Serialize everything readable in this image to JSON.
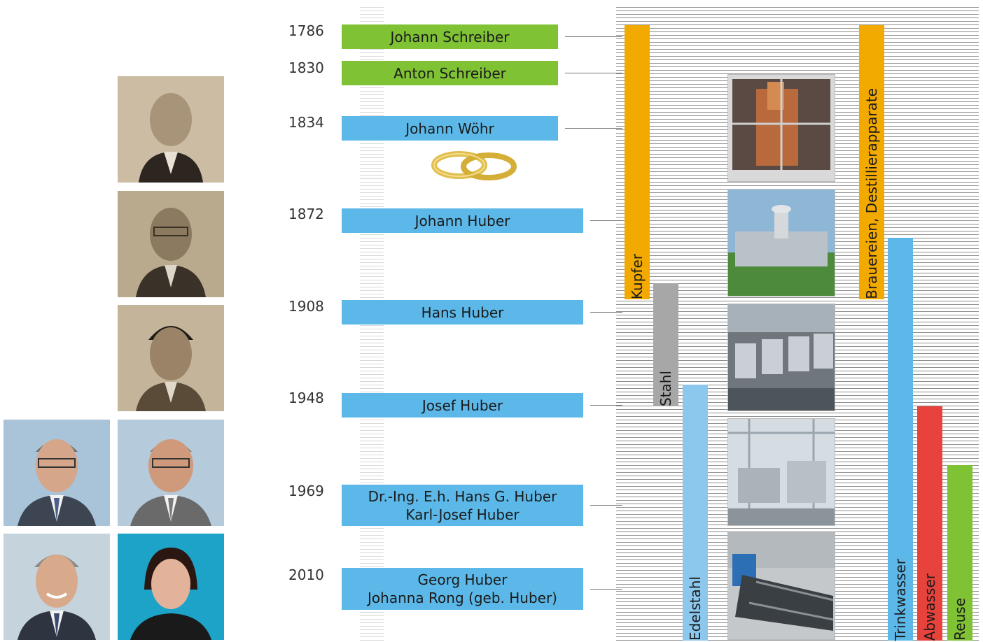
{
  "timeline": [
    {
      "year": "1786",
      "names": [
        "Johann Schreiber"
      ],
      "color": "#7fc234"
    },
    {
      "year": "1830",
      "names": [
        "Anton Schreiber"
      ],
      "color": "#7fc234"
    },
    {
      "year": "1834",
      "names": [
        "Johann Wöhr"
      ],
      "color": "#5cb8e8"
    },
    {
      "year": "1872",
      "names": [
        "Johann Huber"
      ],
      "color": "#5cb8e8"
    },
    {
      "year": "1908",
      "names": [
        "Hans Huber"
      ],
      "color": "#5cb8e8"
    },
    {
      "year": "1948",
      "names": [
        "Josef Huber"
      ],
      "color": "#5cb8e8"
    },
    {
      "year": "1969",
      "names": [
        "Dr.-Ing. E.h. Hans G. Huber",
        "Karl-Josef Huber"
      ],
      "color": "#5cb8e8"
    },
    {
      "year": "2010",
      "names": [
        "Georg Huber",
        "Johanna Rong (geb. Huber)"
      ],
      "color": "#5cb8e8"
    }
  ],
  "materials": [
    {
      "label": "Kupfer",
      "color": "#f2a900"
    },
    {
      "label": "Stahl",
      "color": "#a7a7a7"
    },
    {
      "label": "Edelstahl",
      "color": "#8cc8ee"
    }
  ],
  "applications": [
    {
      "label": "Brauereien, Destillierapparate",
      "color": "#f2a900"
    },
    {
      "label": "Trinkwasser",
      "color": "#5cb8e8"
    },
    {
      "label": "Abwasser",
      "color": "#e8423c"
    },
    {
      "label": "Reuse",
      "color": "#7fc234"
    }
  ]
}
